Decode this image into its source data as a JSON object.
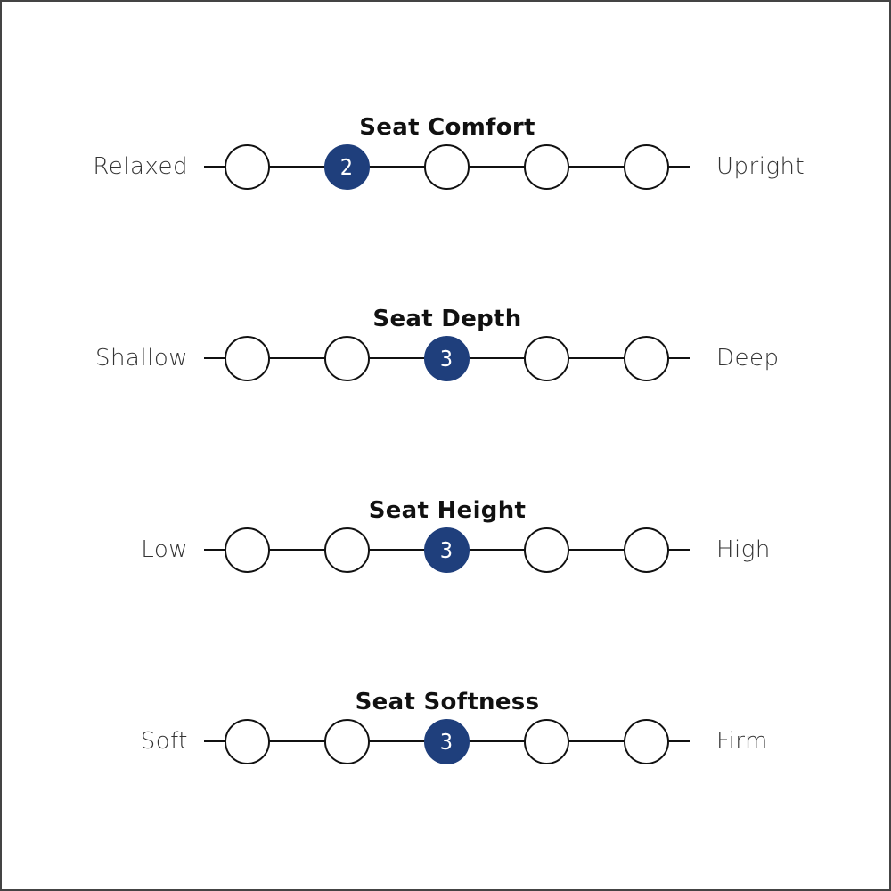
{
  "colors": {
    "selected_fill": "#1f3f7c",
    "line": "#111111",
    "label_text": "#333333",
    "title_text": "#111111",
    "frame_border": "#444444"
  },
  "scales": [
    {
      "title": "Seat Comfort",
      "left_label": "Relaxed",
      "right_label": "Upright",
      "points": [
        "1",
        "2",
        "3",
        "4",
        "5"
      ],
      "selected": 2,
      "selected_label": "2"
    },
    {
      "title": "Seat Depth",
      "left_label": "Shallow",
      "right_label": "Deep",
      "points": [
        "1",
        "2",
        "3",
        "4",
        "5"
      ],
      "selected": 3,
      "selected_label": "3"
    },
    {
      "title": "Seat Height",
      "left_label": "Low",
      "right_label": "High",
      "points": [
        "1",
        "2",
        "3",
        "4",
        "5"
      ],
      "selected": 3,
      "selected_label": "3"
    },
    {
      "title": "Seat Softness",
      "left_label": "Soft",
      "right_label": "Firm",
      "points": [
        "1",
        "2",
        "3",
        "4",
        "5"
      ],
      "selected": 3,
      "selected_label": "3"
    }
  ]
}
